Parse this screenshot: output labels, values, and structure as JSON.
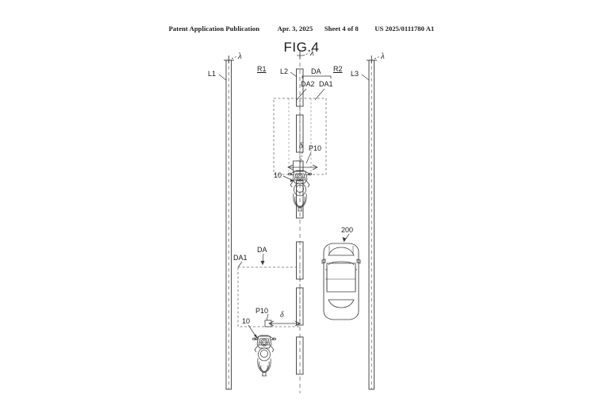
{
  "header": {
    "publication": "Patent Application Publication",
    "date": "Apr. 3, 2025",
    "sheet": "Sheet 4 of 8",
    "patent_number": "US 2025/0111780 A1"
  },
  "figure": {
    "title": "FIG.4"
  },
  "labels": {
    "lane_left": "L1",
    "lane_center": "L2",
    "lane_right": "L3",
    "road_left": "R1",
    "road_right": "R2",
    "detection_area": "DA",
    "detection_area_1": "DA1",
    "detection_area_2": "DA2",
    "detection_area_top": "DA",
    "detection_area_top_1": "DA1",
    "detection_area_top_2": "DA2",
    "detection_area_lower": "DA",
    "detection_area_lower_1": "DA1",
    "lambda_left": "λ",
    "lambda_center": "λ",
    "lambda_right": "λ",
    "point_top": "P10",
    "point_lower": "P10",
    "delta_top": "δ",
    "delta_lower": "δ",
    "motorcycle_top": "10",
    "motorcycle_lower": "10",
    "car": "200"
  },
  "colors": {
    "line": "#3a3a3a",
    "dash": "#6b6b6b",
    "text": "#1a1a1a",
    "background": "#ffffff"
  }
}
